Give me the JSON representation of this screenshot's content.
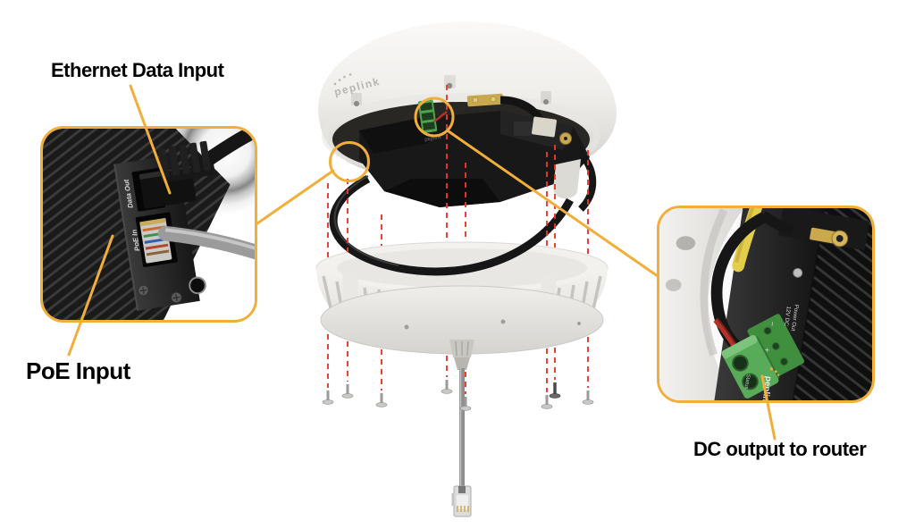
{
  "annotations": {
    "ethernet_label": "Ethernet Data Input",
    "poe_label": "PoE Input",
    "dc_label": "DC output to router"
  },
  "central_device": {
    "brand": "peplink"
  },
  "left_inset": {
    "port_top_label": "Data Out",
    "port_bottom_label": "PoE In"
  },
  "right_inset": {
    "power_line1": "12V DC",
    "power_line2": "Power Out",
    "minus_sign": "−",
    "plus_sign": "+",
    "status_label": "Status",
    "brand": "peplink"
  },
  "colors": {
    "accent_orange": "#F2AE3B",
    "guide_red": "#E8392B",
    "label_text": "#000000",
    "connector_green": "#4EA34E",
    "device_black": "#181818",
    "dome_gray": "#EDECE9"
  }
}
